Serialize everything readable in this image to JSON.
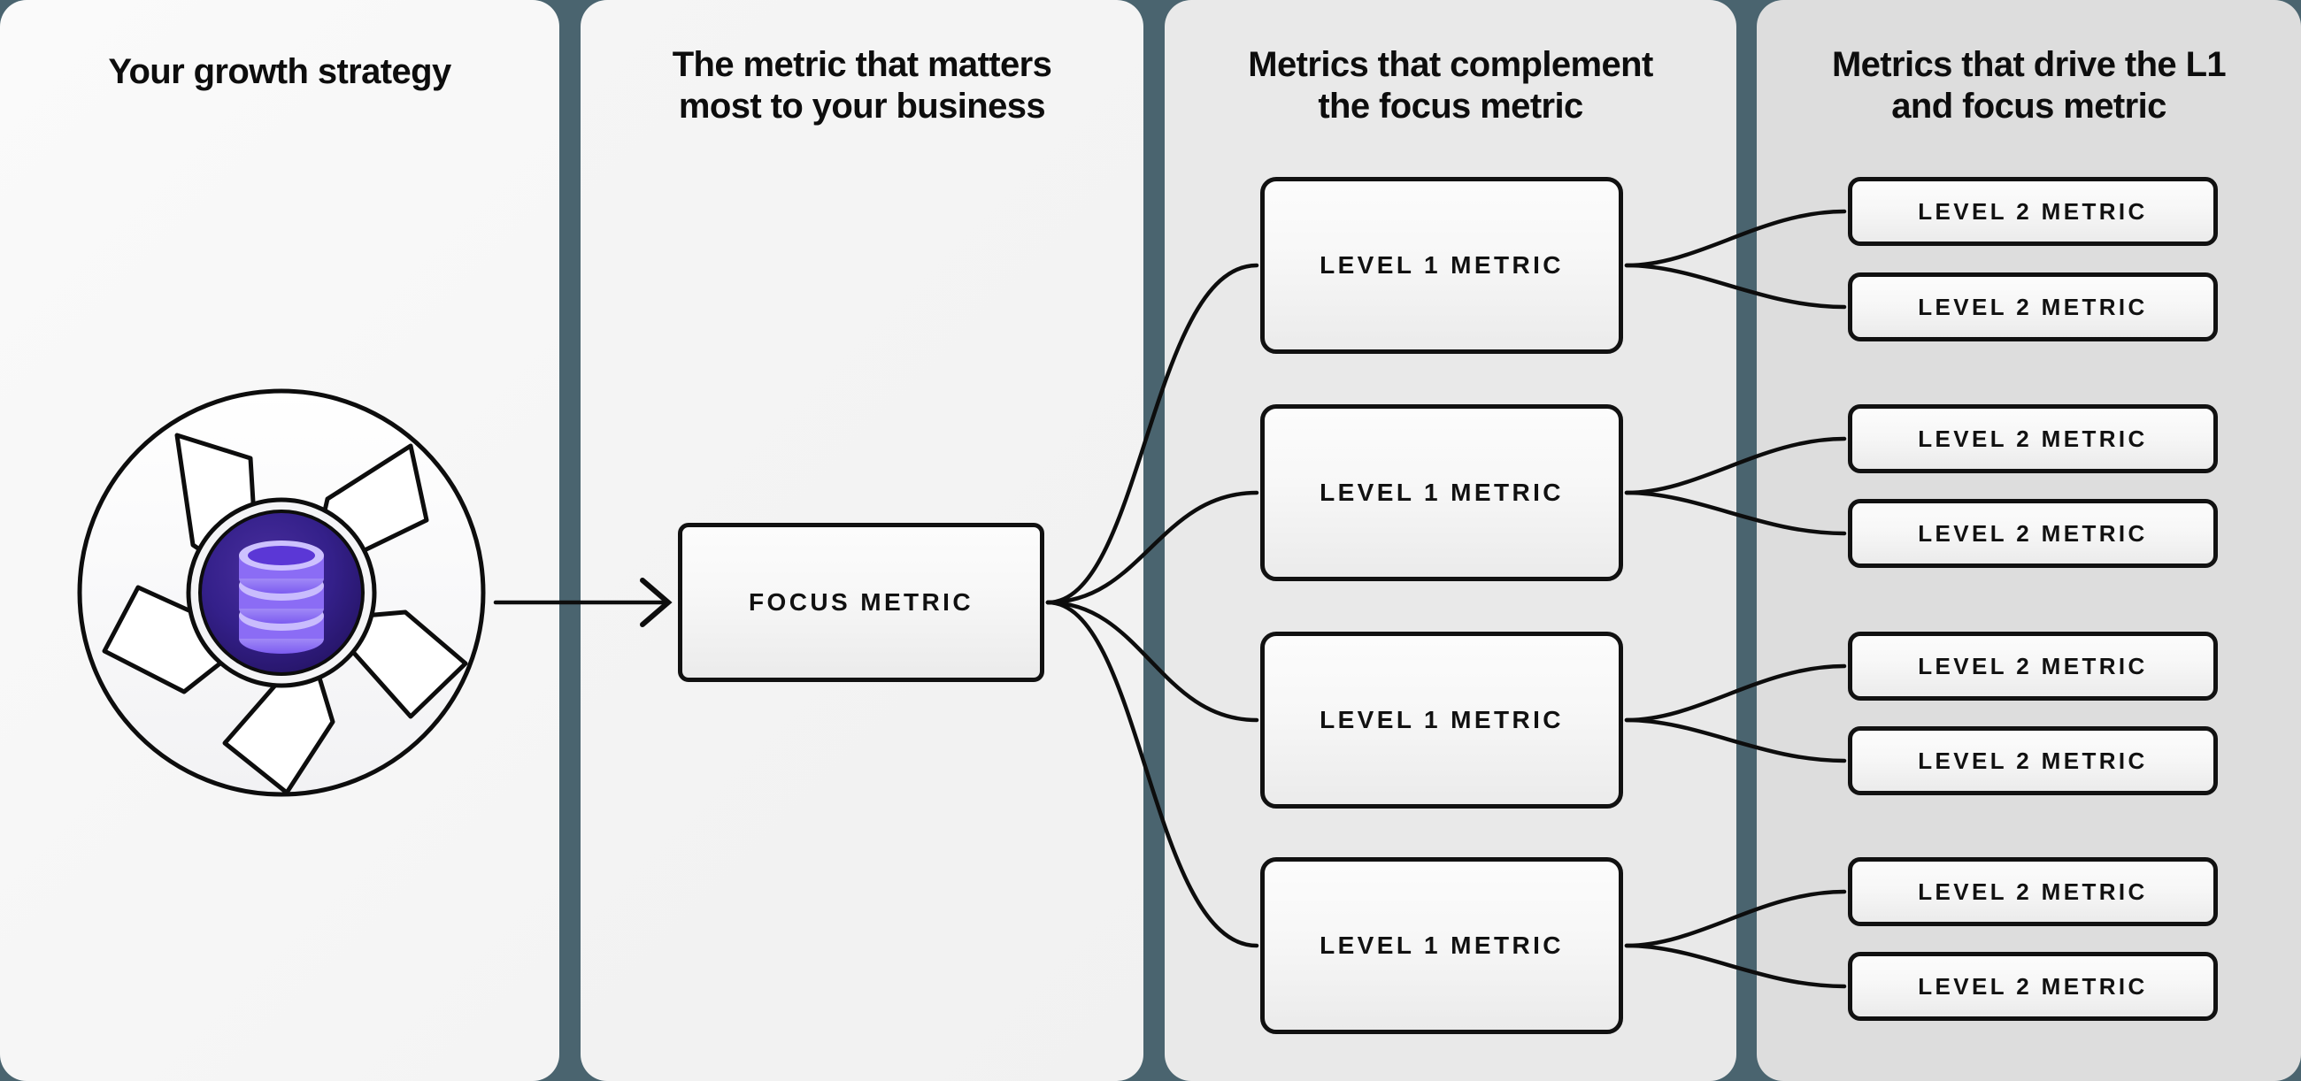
{
  "theme": {
    "divider_color": "#4a646f",
    "box_border_color": "#111111",
    "text_color": "#0d0d0d",
    "logo_disc_color": "#2e1a72",
    "logo_db_color": "#a78bfa"
  },
  "columns": [
    {
      "title": "Your growth strategy"
    },
    {
      "title": "The metric that matters\nmost to your business"
    },
    {
      "title": "Metrics that complement\nthe focus metric"
    },
    {
      "title": "Metrics that drive the L1\nand focus metric"
    }
  ],
  "logo": {
    "name": "aperture-database-logo",
    "icon": "database-icon"
  },
  "focus_metric": {
    "label": "FOCUS METRIC"
  },
  "level1_metrics": [
    {
      "label": "LEVEL 1 METRIC"
    },
    {
      "label": "LEVEL 1 METRIC"
    },
    {
      "label": "LEVEL 1 METRIC"
    },
    {
      "label": "LEVEL 1 METRIC"
    }
  ],
  "level2_metrics": [
    {
      "label": "LEVEL 2 METRIC"
    },
    {
      "label": "LEVEL 2 METRIC"
    },
    {
      "label": "LEVEL 2 METRIC"
    },
    {
      "label": "LEVEL 2 METRIC"
    },
    {
      "label": "LEVEL 2 METRIC"
    },
    {
      "label": "LEVEL 2 METRIC"
    },
    {
      "label": "LEVEL 2 METRIC"
    },
    {
      "label": "LEVEL 2 METRIC"
    }
  ]
}
